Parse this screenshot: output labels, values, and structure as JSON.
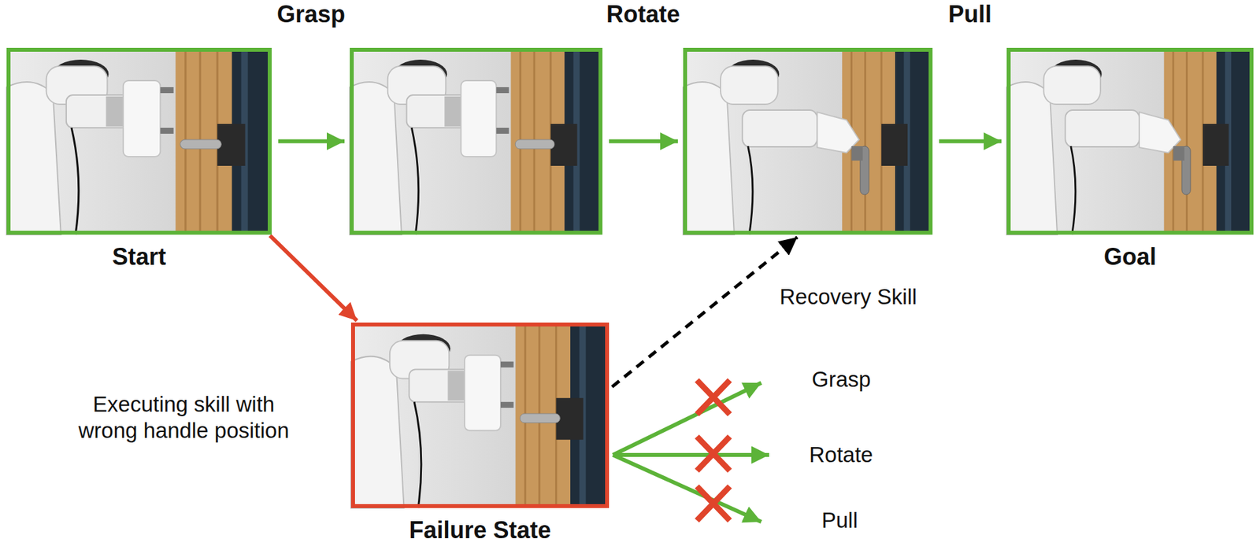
{
  "diagram": {
    "nodes": [
      {
        "text": [
          "Start"
        ]
      },
      {
        "text": []
      },
      {
        "text": []
      },
      {
        "text": [
          "Goal"
        ]
      },
      {
        "text": [
          "Failure State"
        ]
      }
    ],
    "edges": [
      {
        "from": 0,
        "to": 1,
        "label": "Grasp",
        "arrow": "to"
      },
      {
        "from": 1,
        "to": 2,
        "label": "Rotate",
        "arrow": "to"
      },
      {
        "from": 2,
        "to": 3,
        "label": "Pull",
        "arrow": "to"
      },
      {
        "from": 0,
        "to": 4,
        "arrow": "to"
      },
      {
        "from": 4,
        "to": 2,
        "label": "Recovery Skill",
        "arrow": "to"
      }
    ],
    "labels": [
      "Executing skill with wrong handle position",
      "Grasp",
      "Rotate",
      "Pull"
    ]
  }
}
